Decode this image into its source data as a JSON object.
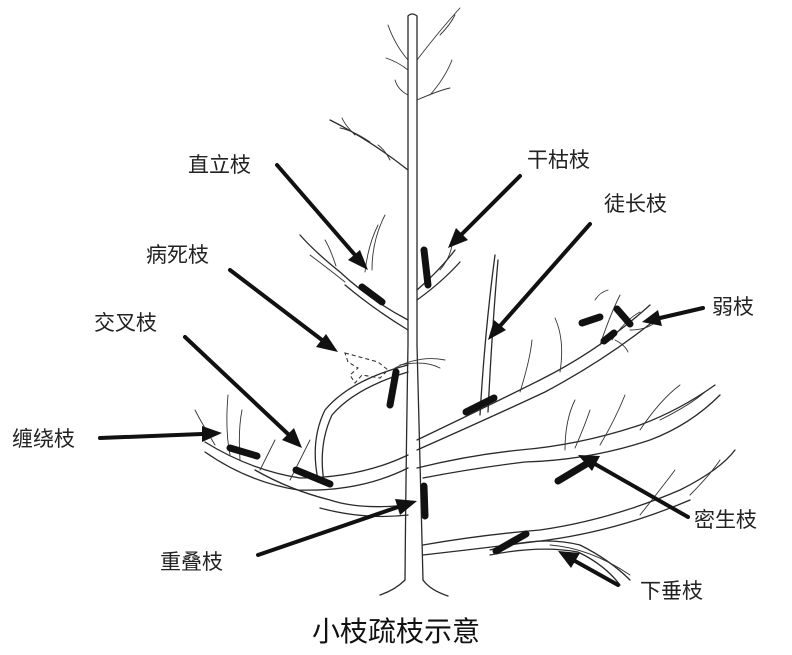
{
  "caption": "小枝疏枝示意",
  "labels": {
    "upright": "直立枝",
    "dead": "干枯枝",
    "water_sprout": "徒长枝",
    "diseased": "病死枝",
    "weak": "弱枝",
    "crossing": "交叉枝",
    "entangled": "缠绕枝",
    "dense": "密生枝",
    "overlapping": "重叠枝",
    "drooping": "下垂枝"
  }
}
